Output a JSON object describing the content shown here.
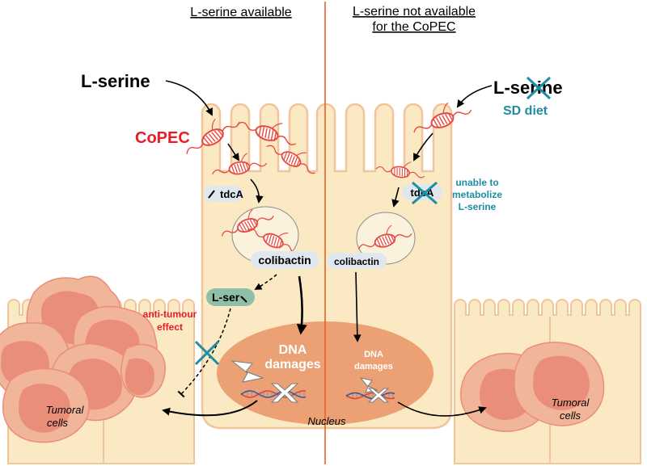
{
  "headers": {
    "left": "L-serine available",
    "right_line1": "L-serine not available",
    "right_line2": "for the CoPEC"
  },
  "left": {
    "lserine": "L-serine",
    "copec": "CoPEC",
    "tdca": "tdcA",
    "colibactin": "colibactin",
    "lser": "L-ser",
    "antitumour_line1": "anti-tumour",
    "antitumour_line2": "effect",
    "dna_line1": "DNA",
    "dna_line2": "damages",
    "tumoral_line1": "Tumoral",
    "tumoral_line2": "cells"
  },
  "right": {
    "lserine": "L-serine",
    "sd_diet": "SD diet",
    "tdca": "tdcA",
    "unable_line1": "unable to",
    "unable_line2": "metabolize",
    "unable_line3": "L-serine",
    "colibactin": "colibactin",
    "dna_line1": "DNA",
    "dna_line2": "damages",
    "tumoral_line1": "Tumoral",
    "tumoral_line2": "cells"
  },
  "nucleus": "Nucleus",
  "colors": {
    "cell_fill": "#fbe9c4",
    "cell_stroke": "#f2c49a",
    "nucleus": "#eba173",
    "tumor_outer": "#f1b69a",
    "tumor_inner": "#e98f79",
    "bacteria": "#e8473e",
    "red_text": "#e61e25",
    "teal": "#1d8ea3",
    "divider": "#e2622a",
    "pill": "#dfe7ef",
    "lser_pill": "#8fbfa8"
  }
}
